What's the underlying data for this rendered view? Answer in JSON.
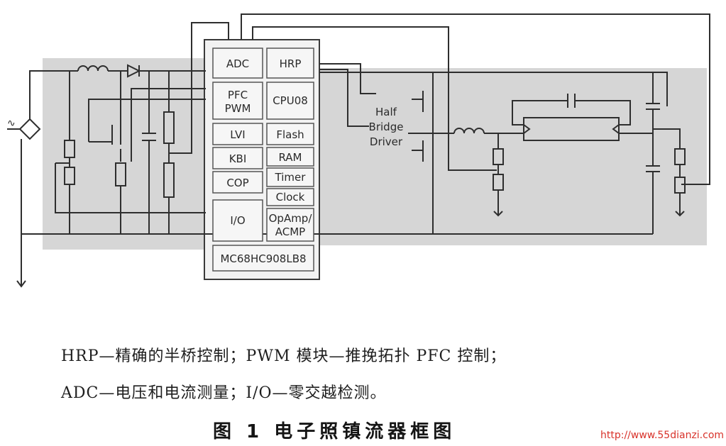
{
  "chip": {
    "blocks": {
      "adc": "ADC",
      "hrp": "HRP",
      "pfc_pwm": [
        "PFC",
        "PWM"
      ],
      "cpu": "CPU08",
      "lvi": "LVI",
      "flash": "Flash",
      "kbi": "KBI",
      "ram": "RAM",
      "timer": "Timer",
      "cop": "COP",
      "clock": "Clock",
      "io": "I/O",
      "opamp": [
        "OpAmp/",
        "ACMP"
      ]
    },
    "part_number": "MC68HC908LB8"
  },
  "driver": {
    "lines": [
      "Half",
      "Bridge",
      "Driver"
    ]
  },
  "ac_symbol": "∿",
  "caption": {
    "line1": "HRP—精确的半桥控制；PWM 模块—推挽拓扑 PFC 控制；",
    "line2": "ADC—电压和电流测量；I/O—零交越检测。"
  },
  "figure_title": "图 1   电子照镇流器框图",
  "watermark": "http://www.55dianzi.com",
  "colors": {
    "line": "#2e2e2e",
    "shade": "#d6d6d6",
    "chip": "#f2f2f2",
    "block_border": "#555555",
    "watermark": "#d8322a"
  }
}
